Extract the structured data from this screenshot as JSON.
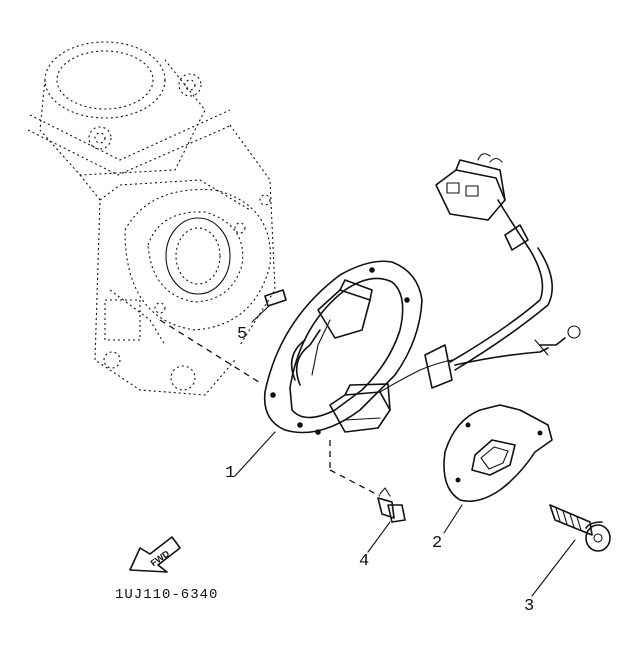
{
  "callouts": [
    {
      "id": "1",
      "label": "1"
    },
    {
      "id": "2",
      "label": "2"
    },
    {
      "id": "3",
      "label": "3"
    },
    {
      "id": "4",
      "label": "4"
    },
    {
      "id": "5",
      "label": "5"
    }
  ],
  "fwd_arrow": {
    "text": "FWD"
  },
  "diagram_code": "1UJ110-6340"
}
